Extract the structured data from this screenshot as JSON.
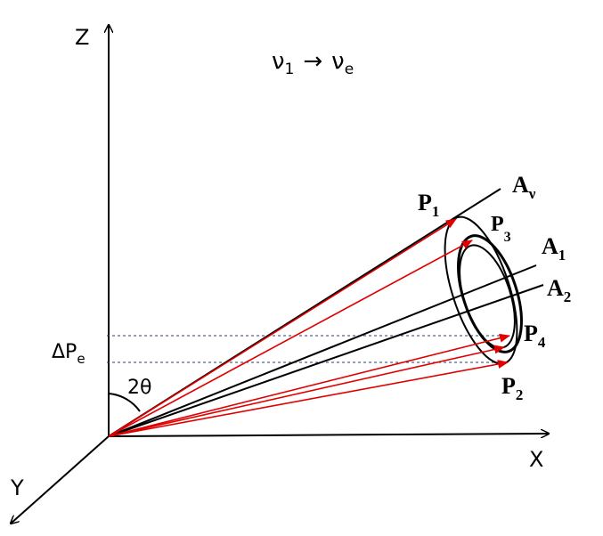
{
  "title": {
    "nu": "ν",
    "from_sub": "1",
    "arrow": "→",
    "to_sub": "e"
  },
  "axes": {
    "z": "Z",
    "x": "X",
    "y": "Y"
  },
  "delta_pe": {
    "main": "ΔP",
    "sub": "e"
  },
  "angle": "2θ",
  "labels": {
    "p1": {
      "main": "P",
      "sub": "1"
    },
    "p2": {
      "main": "P",
      "sub": "2"
    },
    "p3": {
      "main": "P",
      "sub": "3"
    },
    "p4": {
      "main": "P",
      "sub": "4"
    },
    "av": {
      "main": "A",
      "sub": "ν"
    },
    "a1": {
      "main": "A",
      "sub": "1"
    },
    "a2": {
      "main": "A",
      "sub": "2"
    }
  },
  "colors": {
    "axis": "#000000",
    "vector": "#e00000",
    "dashed": "#2a3f6f"
  }
}
